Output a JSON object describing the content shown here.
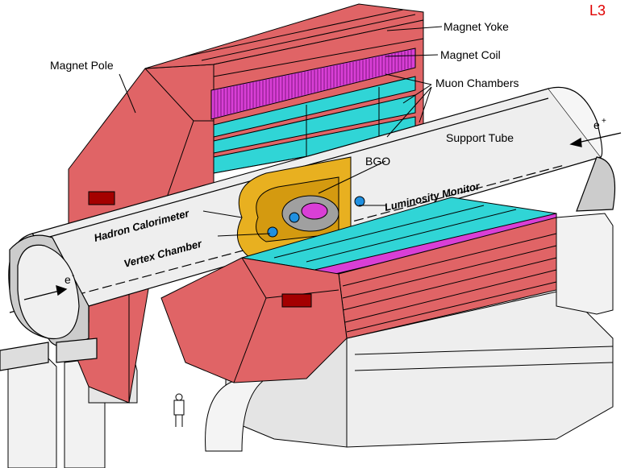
{
  "title": "L3",
  "labels": {
    "magnet_yoke": "Magnet Yoke",
    "magnet_coil": "Magnet Coil",
    "muon_chambers": "Muon Chambers",
    "magnet_pole": "Magnet Pole",
    "support_tube": "Support Tube",
    "bgo": "BGO",
    "luminosity_monitor": "Luminosity Monitor",
    "hadron_calorimeter": "Hadron Calorimeter",
    "vertex_chamber": "Vertex Chamber",
    "e_plus": "e",
    "e_plus_sup": "+",
    "e_minus": "e",
    "e_minus_sup": "-"
  },
  "colors": {
    "magnet": "#e06466",
    "magnet_dark": "#a40000",
    "coil": "#d93fd6",
    "muon": "#30d5d6",
    "hcal": "#e8b020",
    "title": "#e00000",
    "tube": "#eeeeee",
    "lumi": "#2090e0"
  }
}
